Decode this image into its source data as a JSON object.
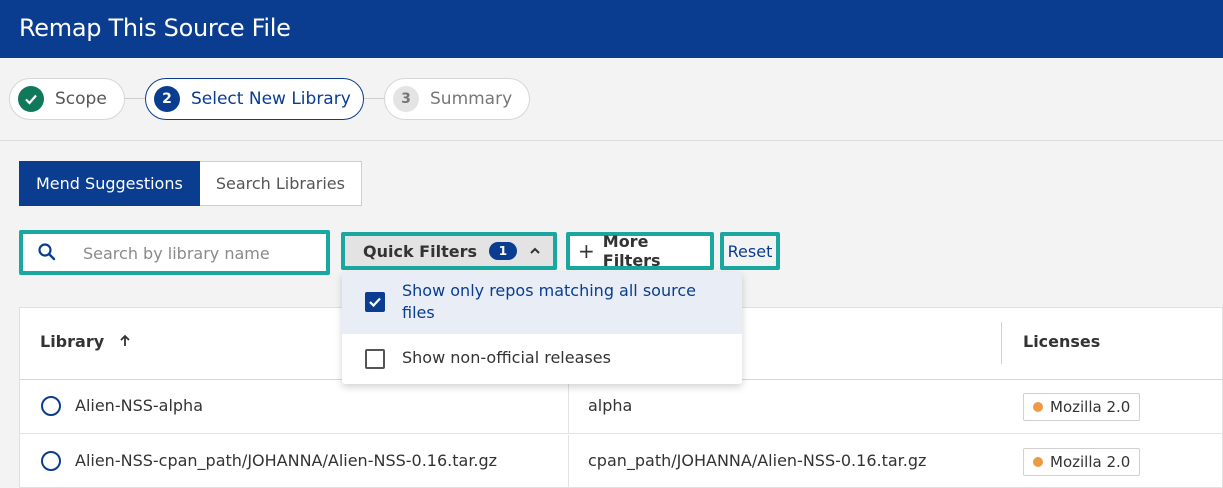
{
  "header": {
    "title": "Remap This Source File"
  },
  "stepper": {
    "steps": [
      {
        "number": "",
        "label": "Scope",
        "state": "done",
        "icon": "check-icon"
      },
      {
        "number": "2",
        "label": "Select New Library",
        "state": "active"
      },
      {
        "number": "3",
        "label": "Summary",
        "state": "pending"
      }
    ]
  },
  "tabs": [
    {
      "label": "Mend Suggestions",
      "selected": true
    },
    {
      "label": "Search Libraries",
      "selected": false
    }
  ],
  "search": {
    "placeholder": "Search by library name",
    "icon": "search-icon"
  },
  "filters": {
    "quick_filters_label": "Quick Filters",
    "quick_filters_count": "1",
    "more_filters_label": "More Filters",
    "reset_label": "Reset"
  },
  "quick_filters_menu": {
    "options": [
      {
        "label": "Show only repos matching all source files",
        "checked": true
      },
      {
        "label": "Show non-official releases",
        "checked": false
      }
    ]
  },
  "table": {
    "columns": {
      "library": "Library",
      "licenses": "Licenses"
    },
    "rows": [
      {
        "library": "Alien-NSS-alpha",
        "version": "alpha",
        "license": "Mozilla 2.0"
      },
      {
        "library": "Alien-NSS-cpan_path/JOHANNA/Alien-NSS-0.16.tar.gz",
        "version": "cpan_path/JOHANNA/Alien-NSS-0.16.tar.gz",
        "license": "Mozilla 2.0"
      }
    ]
  },
  "colors": {
    "brand": "#0a3d8f",
    "focus_outline": "#1aa7a0",
    "success": "#10795a",
    "license_dot": "#ee9a45"
  }
}
